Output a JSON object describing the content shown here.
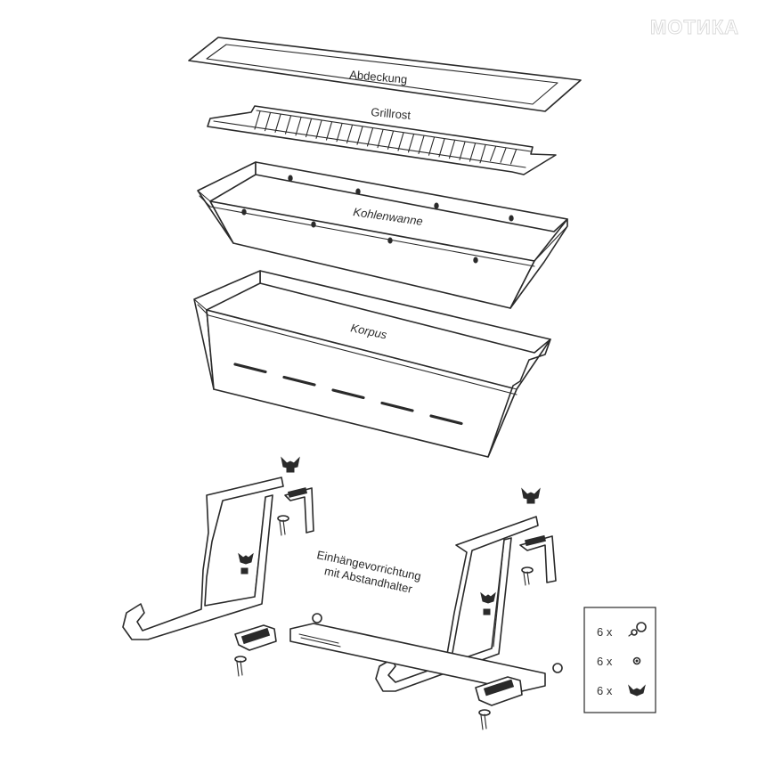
{
  "watermark": "МОТИКА",
  "parts": {
    "abdeckung": "Abdeckung",
    "grillrost": "Grillrost",
    "kohlenwanne": "Kohlenwanne",
    "korpus": "Korpus"
  },
  "mount_label": {
    "line1": "Einhängevorrichtung",
    "line2": "mit Abstandhalter"
  },
  "hardware": [
    {
      "count": "6 x",
      "icon": "screw-icon"
    },
    {
      "count": "6 x",
      "icon": "washer-icon"
    },
    {
      "count": "6 x",
      "icon": "wing-nut-icon"
    }
  ],
  "colors": {
    "line": "#2a2a2a",
    "background": "#ffffff"
  }
}
